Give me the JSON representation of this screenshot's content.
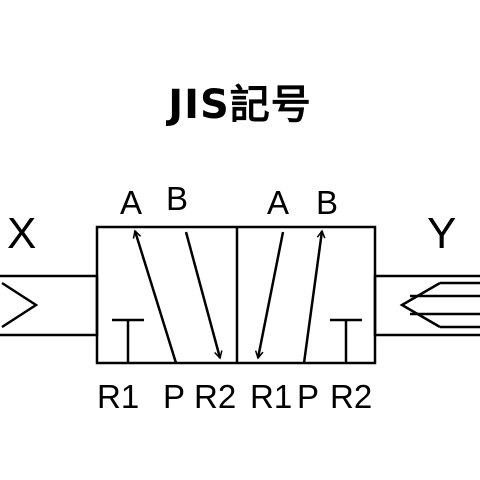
{
  "title": "JIS記号",
  "signals": {
    "left": "X",
    "right": "Y"
  },
  "left_position": {
    "ports_top": [
      "A",
      "B"
    ],
    "ports_bottom": [
      "R1",
      "P",
      "R2"
    ]
  },
  "right_position": {
    "ports_top": [
      "A",
      "B"
    ],
    "ports_bottom": [
      "R1",
      "P",
      "R2"
    ]
  },
  "colors": {
    "line": "#000000",
    "background": "#ffffff"
  }
}
